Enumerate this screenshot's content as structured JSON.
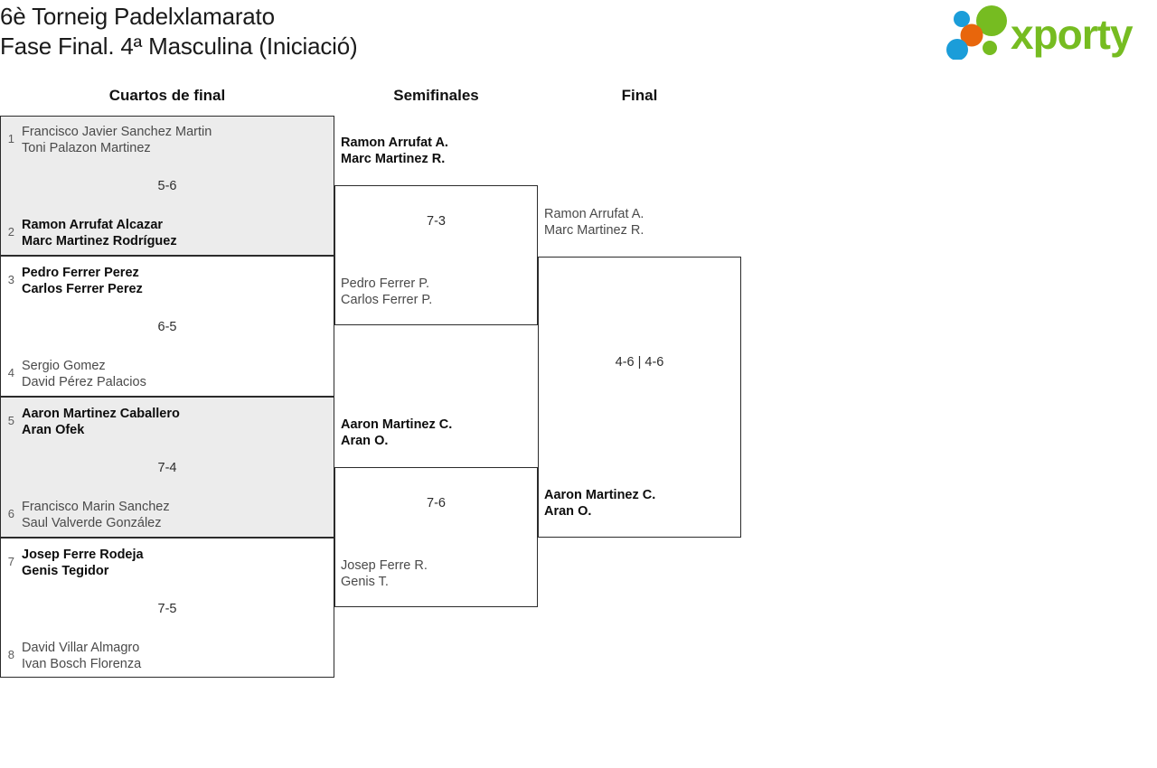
{
  "header": {
    "title_line1": "6è Torneig Padelxlamarato",
    "title_line2": "Fase Final. 4ª Masculina (Iniciació)",
    "logo_text": "xporty",
    "logo_colors": {
      "green": "#76bc21",
      "orange": "#e8660c",
      "blue": "#1b9dd9"
    }
  },
  "columns": {
    "quarterfinals": "Cuartos de final",
    "semifinals": "Semifinales",
    "final": "Final"
  },
  "quarterfinals": [
    {
      "seed_top": "1",
      "top_p1": "Francisco Javier Sanchez Martin",
      "top_p2": "Toni Palazon Martinez",
      "top_winner": false,
      "score": "5-6",
      "seed_bottom": "2",
      "bottom_p1": "Ramon Arrufat Alcazar",
      "bottom_p2": "Marc Martinez Rodríguez",
      "bottom_winner": true
    },
    {
      "seed_top": "3",
      "top_p1": "Pedro Ferrer Perez",
      "top_p2": "Carlos Ferrer Perez",
      "top_winner": true,
      "score": "6-5",
      "seed_bottom": "4",
      "bottom_p1": "Sergio Gomez",
      "bottom_p2": "David Pérez Palacios",
      "bottom_winner": false
    },
    {
      "seed_top": "5",
      "top_p1": "Aaron Martinez Caballero",
      "top_p2": "Aran Ofek",
      "top_winner": true,
      "score": "7-4",
      "seed_bottom": "6",
      "bottom_p1": "Francisco Marin Sanchez",
      "bottom_p2": "Saul Valverde González",
      "bottom_winner": false
    },
    {
      "seed_top": "7",
      "top_p1": "Josep Ferre Rodeja",
      "top_p2": "Genis Tegidor",
      "top_winner": true,
      "score": "7-5",
      "seed_bottom": "8",
      "bottom_p1": "David Villar Almagro",
      "bottom_p2": "Ivan Bosch Florenza",
      "bottom_winner": false
    }
  ],
  "semifinals": [
    {
      "top_p1": "Ramon Arrufat A.",
      "top_p2": "Marc Martinez R.",
      "top_winner": true,
      "score": "7-3",
      "bottom_p1": "Pedro Ferrer P.",
      "bottom_p2": "Carlos Ferrer P.",
      "bottom_winner": false
    },
    {
      "top_p1": "Aaron Martinez C.",
      "top_p2": "Aran O.",
      "top_winner": true,
      "score": "7-6",
      "bottom_p1": "Josep Ferre R.",
      "bottom_p2": "Genis T.",
      "bottom_winner": false
    }
  ],
  "final": {
    "top_p1": "Ramon Arrufat A.",
    "top_p2": "Marc Martinez R.",
    "top_winner": false,
    "score": "4-6 | 4-6",
    "bottom_p1": "Aaron Martinez C.",
    "bottom_p2": "Aran O.",
    "bottom_winner": true
  }
}
